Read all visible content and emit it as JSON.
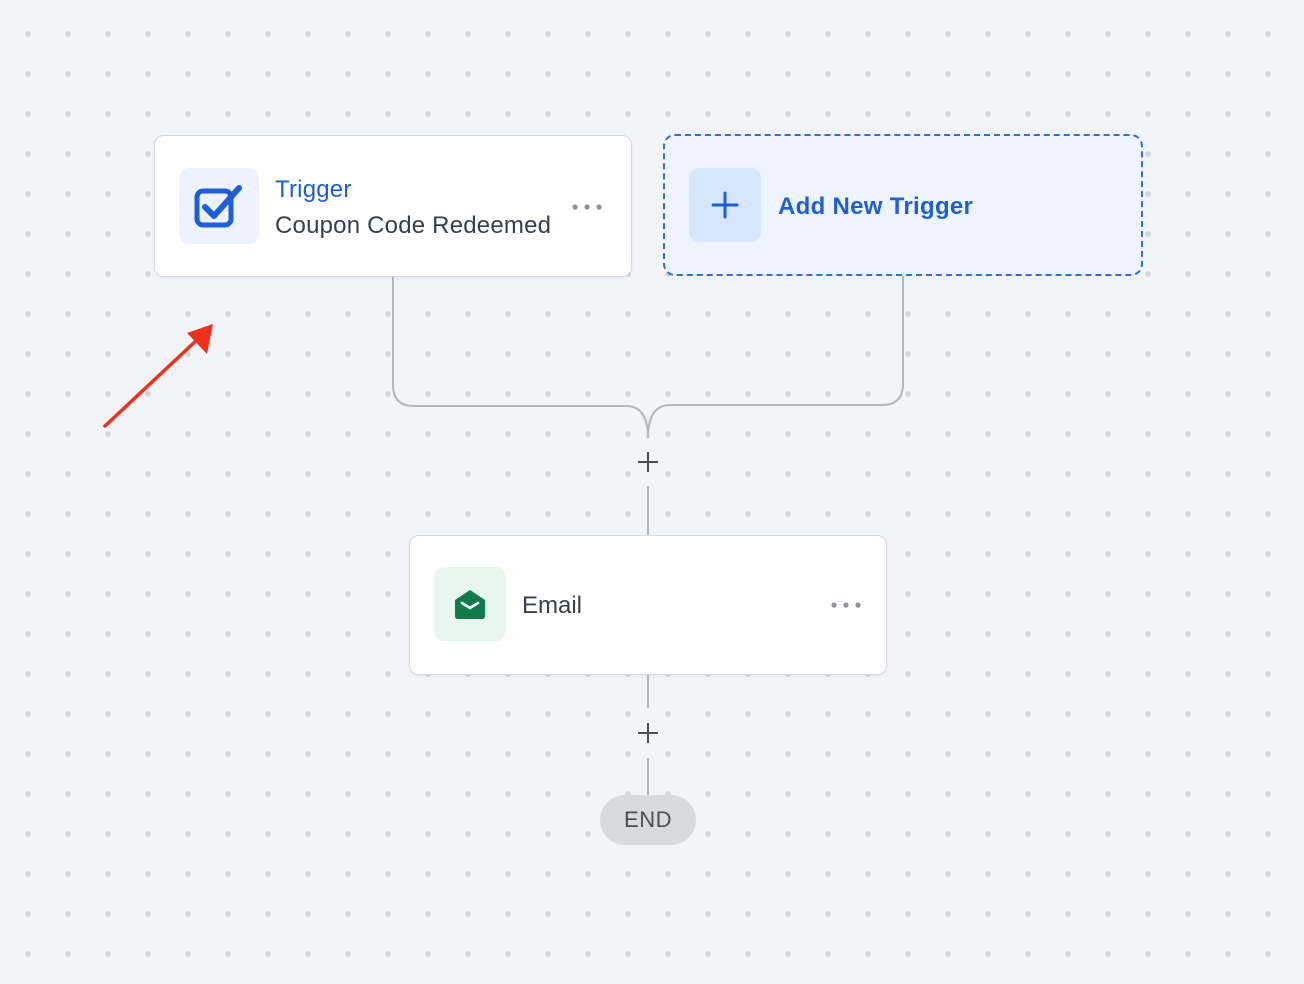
{
  "trigger_node": {
    "title": "Trigger",
    "subtitle": "Coupon Code Redeemed",
    "icon": "checkbox-checked-icon",
    "more_icon": "more-horizontal-icon"
  },
  "add_trigger": {
    "label": "Add New Trigger",
    "icon": "plus-icon"
  },
  "email_node": {
    "label": "Email",
    "icon": "envelope-open-icon",
    "more_icon": "more-horizontal-icon"
  },
  "end_node": {
    "label": "END"
  },
  "colors": {
    "accent_blue": "#1f5fd6",
    "email_green": "#0f7a4a",
    "annotation_red": "#f0301c",
    "canvas_bg": "#f3f4f7"
  }
}
